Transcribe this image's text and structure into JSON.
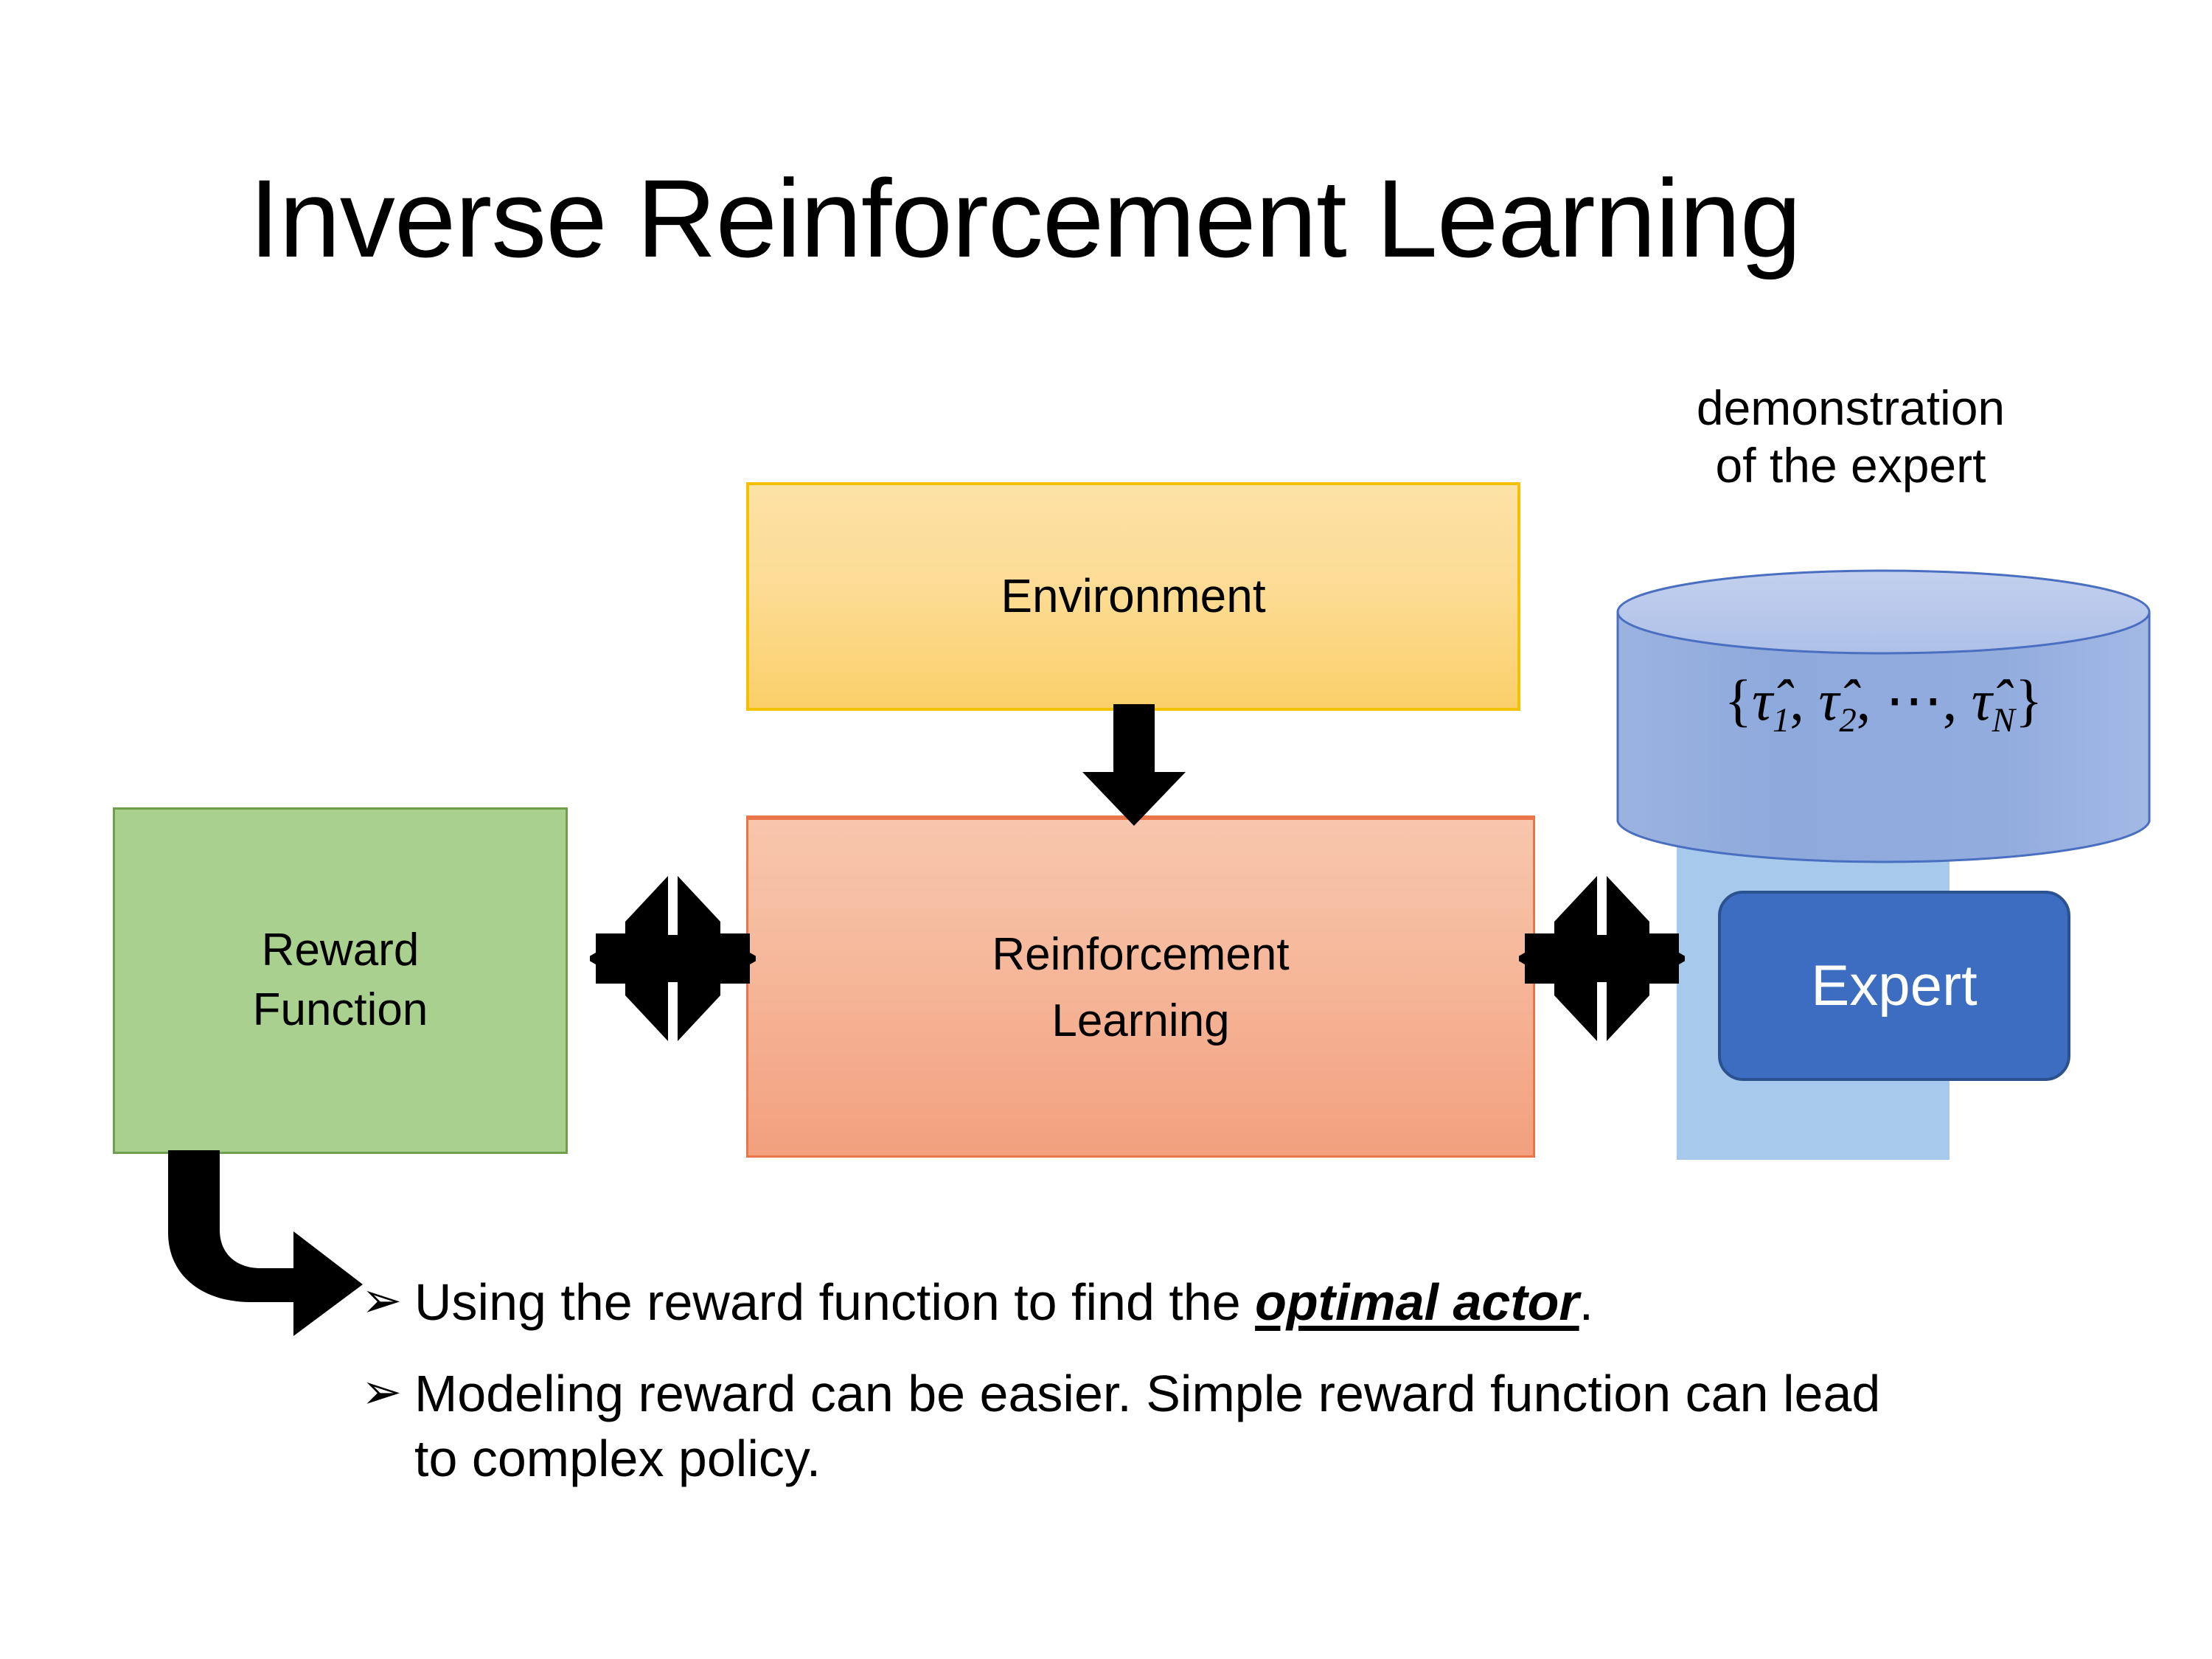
{
  "slide": {
    "title": "Inverse Reinforcement Learning",
    "background_color": "#FFFFFF"
  },
  "diagram": {
    "environment": {
      "label": "Environment",
      "fill_top": "#FDE2A6",
      "fill_bottom": "#FBD06A",
      "border_color": "#F2C200"
    },
    "reward_function": {
      "label": "Reward\nFunction",
      "fill": "#A9D08E",
      "border_color": "#6E9E4E"
    },
    "reinforcement_learning": {
      "label": "Reinforcement\nLearning",
      "fill_top": "#F7C6AD",
      "fill_bottom": "#F2A07E",
      "border_color": "#E8764A"
    },
    "demonstration": {
      "caption": "demonstration\nof the expert",
      "formula_plain": "{τ̂1, τ̂2, ⋯, τ̂N}",
      "formula_parts": {
        "open_brace": "{",
        "tau1": "τ̂",
        "sub1": "1",
        "sep1": ", ",
        "tau2": "τ̂",
        "sub2": "2",
        "sep2": ", ⋯, ",
        "tauN": "τ̂",
        "subN": "N",
        "close_brace": "}"
      },
      "cylinder_fill": "#8EA9DC",
      "cylinder_top_fill": "#B9C8EA",
      "cylinder_border": "#4A6FC0"
    },
    "expert_panel": {
      "fill": "#A6C9EC"
    },
    "expert": {
      "label": "Expert",
      "fill": "#3C6DC0",
      "border_color": "#2C518F",
      "text_color": "#FFFFFF"
    },
    "arrows": {
      "environment_to_rl": "down-arrow",
      "reward_to_rl": "quad-arrow",
      "rl_to_expert": "quad-arrow",
      "reward_to_bullets": "elbow-arrow",
      "color": "#000000"
    }
  },
  "bullets": [
    {
      "marker": "➢",
      "prefix": "Using the reward function to find the ",
      "emphasis": "optimal actor",
      "suffix": "."
    },
    {
      "marker": "➢",
      "prefix": "Modeling reward can be easier. Simple reward function can lead to complex policy.",
      "emphasis": "",
      "suffix": ""
    }
  ]
}
